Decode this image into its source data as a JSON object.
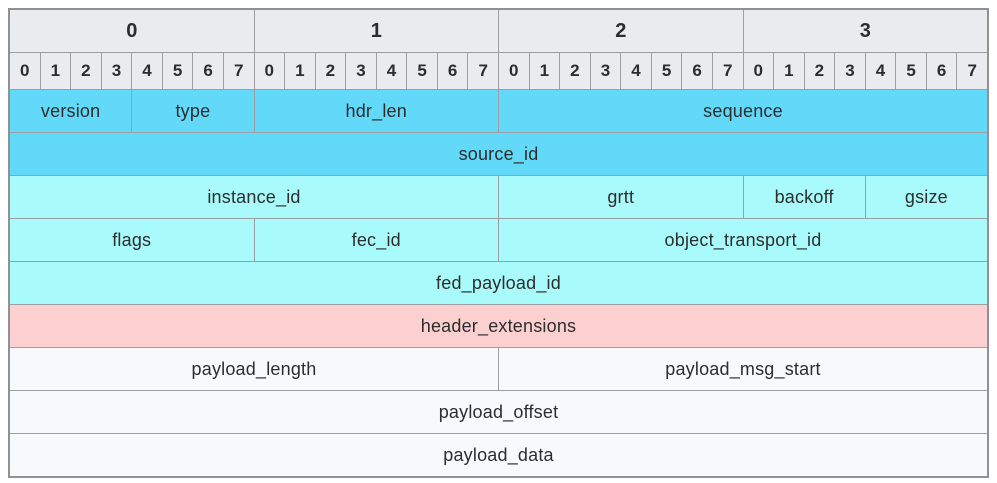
{
  "diagram": {
    "title": "packet-header-layout",
    "bits_per_row": 32,
    "byte_headers": [
      "0",
      "1",
      "2",
      "3"
    ],
    "bit_headers": [
      "0",
      "1",
      "2",
      "3",
      "4",
      "5",
      "6",
      "7",
      "0",
      "1",
      "2",
      "3",
      "4",
      "5",
      "6",
      "7",
      "0",
      "1",
      "2",
      "3",
      "4",
      "5",
      "6",
      "7",
      "0",
      "1",
      "2",
      "3",
      "4",
      "5",
      "6",
      "7"
    ],
    "palette": {
      "header_gray": "#e9ebee",
      "cyan_dark": "#62d9f8",
      "cyan_light": "#a9fafa",
      "pink": "#fccfd0",
      "offwhite": "#f8f9fb",
      "grid_line": "#9c9ea1",
      "outer_border": "#8f9193",
      "text": "#2d2d2d"
    },
    "rows": [
      {
        "cells": [
          {
            "label": "version",
            "bits": 4,
            "color": "cyan_dark"
          },
          {
            "label": "type",
            "bits": 4,
            "color": "cyan_dark"
          },
          {
            "label": "hdr_len",
            "bits": 8,
            "color": "cyan_dark"
          },
          {
            "label": "sequence",
            "bits": 16,
            "color": "cyan_dark"
          }
        ]
      },
      {
        "cells": [
          {
            "label": "source_id",
            "bits": 32,
            "color": "cyan_dark"
          }
        ]
      },
      {
        "cells": [
          {
            "label": "instance_id",
            "bits": 16,
            "color": "cyan_light"
          },
          {
            "label": "grtt",
            "bits": 8,
            "color": "cyan_light"
          },
          {
            "label": "backoff",
            "bits": 4,
            "color": "cyan_light"
          },
          {
            "label": "gsize",
            "bits": 4,
            "color": "cyan_light"
          }
        ]
      },
      {
        "cells": [
          {
            "label": "flags",
            "bits": 8,
            "color": "cyan_light"
          },
          {
            "label": "fec_id",
            "bits": 8,
            "color": "cyan_light"
          },
          {
            "label": "object_transport_id",
            "bits": 16,
            "color": "cyan_light"
          }
        ]
      },
      {
        "cells": [
          {
            "label": "fed_payload_id",
            "bits": 32,
            "color": "cyan_light"
          }
        ]
      },
      {
        "cells": [
          {
            "label": "header_extensions",
            "bits": 32,
            "color": "pink"
          }
        ]
      },
      {
        "cells": [
          {
            "label": "payload_length",
            "bits": 16,
            "color": "offwhite"
          },
          {
            "label": "payload_msg_start",
            "bits": 16,
            "color": "offwhite"
          }
        ]
      },
      {
        "cells": [
          {
            "label": "payload_offset",
            "bits": 32,
            "color": "offwhite"
          }
        ]
      },
      {
        "cells": [
          {
            "label": "payload_data",
            "bits": 32,
            "color": "offwhite"
          }
        ]
      }
    ]
  }
}
